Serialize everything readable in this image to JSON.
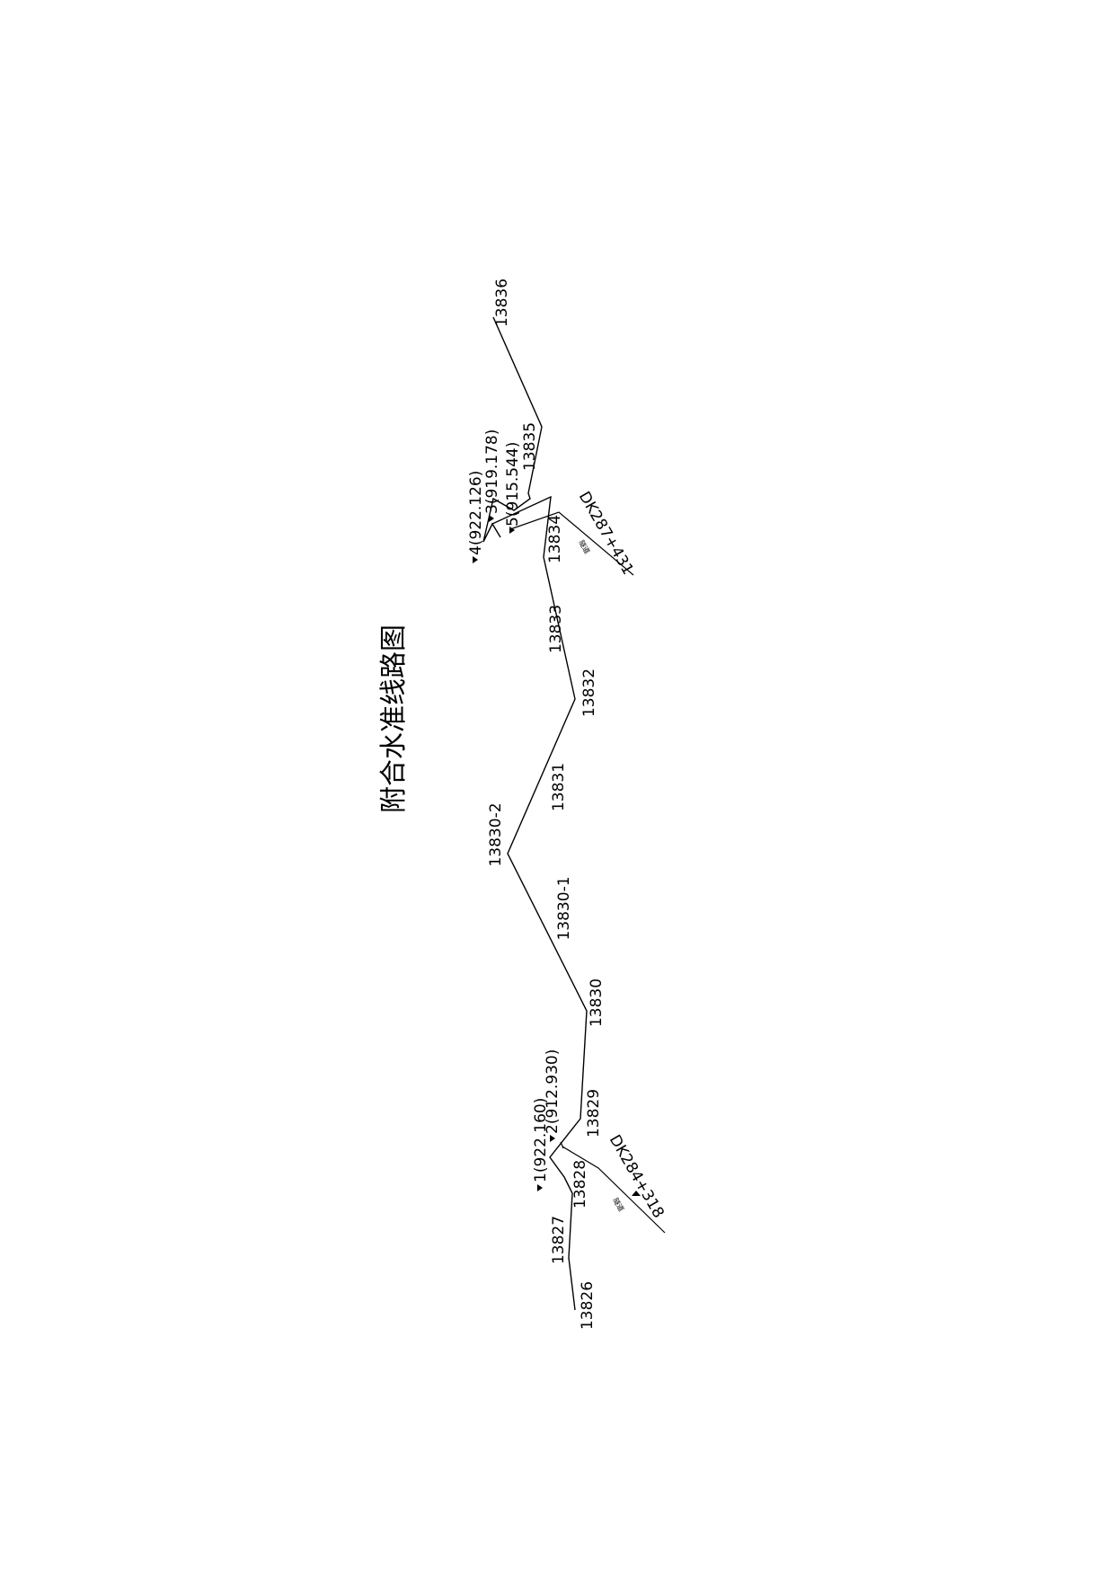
{
  "title": "附合水准线路图",
  "points": [
    {
      "id": "13826",
      "label": "13826"
    },
    {
      "id": "13827",
      "label": "13827"
    },
    {
      "id": "13828",
      "label": "13828"
    },
    {
      "id": "13829",
      "label": "13829"
    },
    {
      "id": "13830",
      "label": "13830"
    },
    {
      "id": "13830-1",
      "label": "13830-1"
    },
    {
      "id": "13830-2",
      "label": "13830-2"
    },
    {
      "id": "13831",
      "label": "13831"
    },
    {
      "id": "13832",
      "label": "13832"
    },
    {
      "id": "13833",
      "label": "13833"
    },
    {
      "id": "13834",
      "label": "13834"
    },
    {
      "id": "13835",
      "label": "13835"
    },
    {
      "id": "13836",
      "label": "13836"
    }
  ],
  "benchmarks": [
    {
      "id": "1",
      "label": "1(922.160)"
    },
    {
      "id": "2",
      "label": "2(912.930)"
    },
    {
      "id": "3",
      "label": "3(919.178)"
    },
    {
      "id": "4",
      "label": "4(922.126)"
    },
    {
      "id": "5",
      "label": "5(915.544)"
    }
  ],
  "tunnels": [
    {
      "id": "south",
      "mileage": "DK284+318",
      "name": "隧道"
    },
    {
      "id": "north",
      "mileage": "DK287+431",
      "name": "隧道"
    }
  ]
}
